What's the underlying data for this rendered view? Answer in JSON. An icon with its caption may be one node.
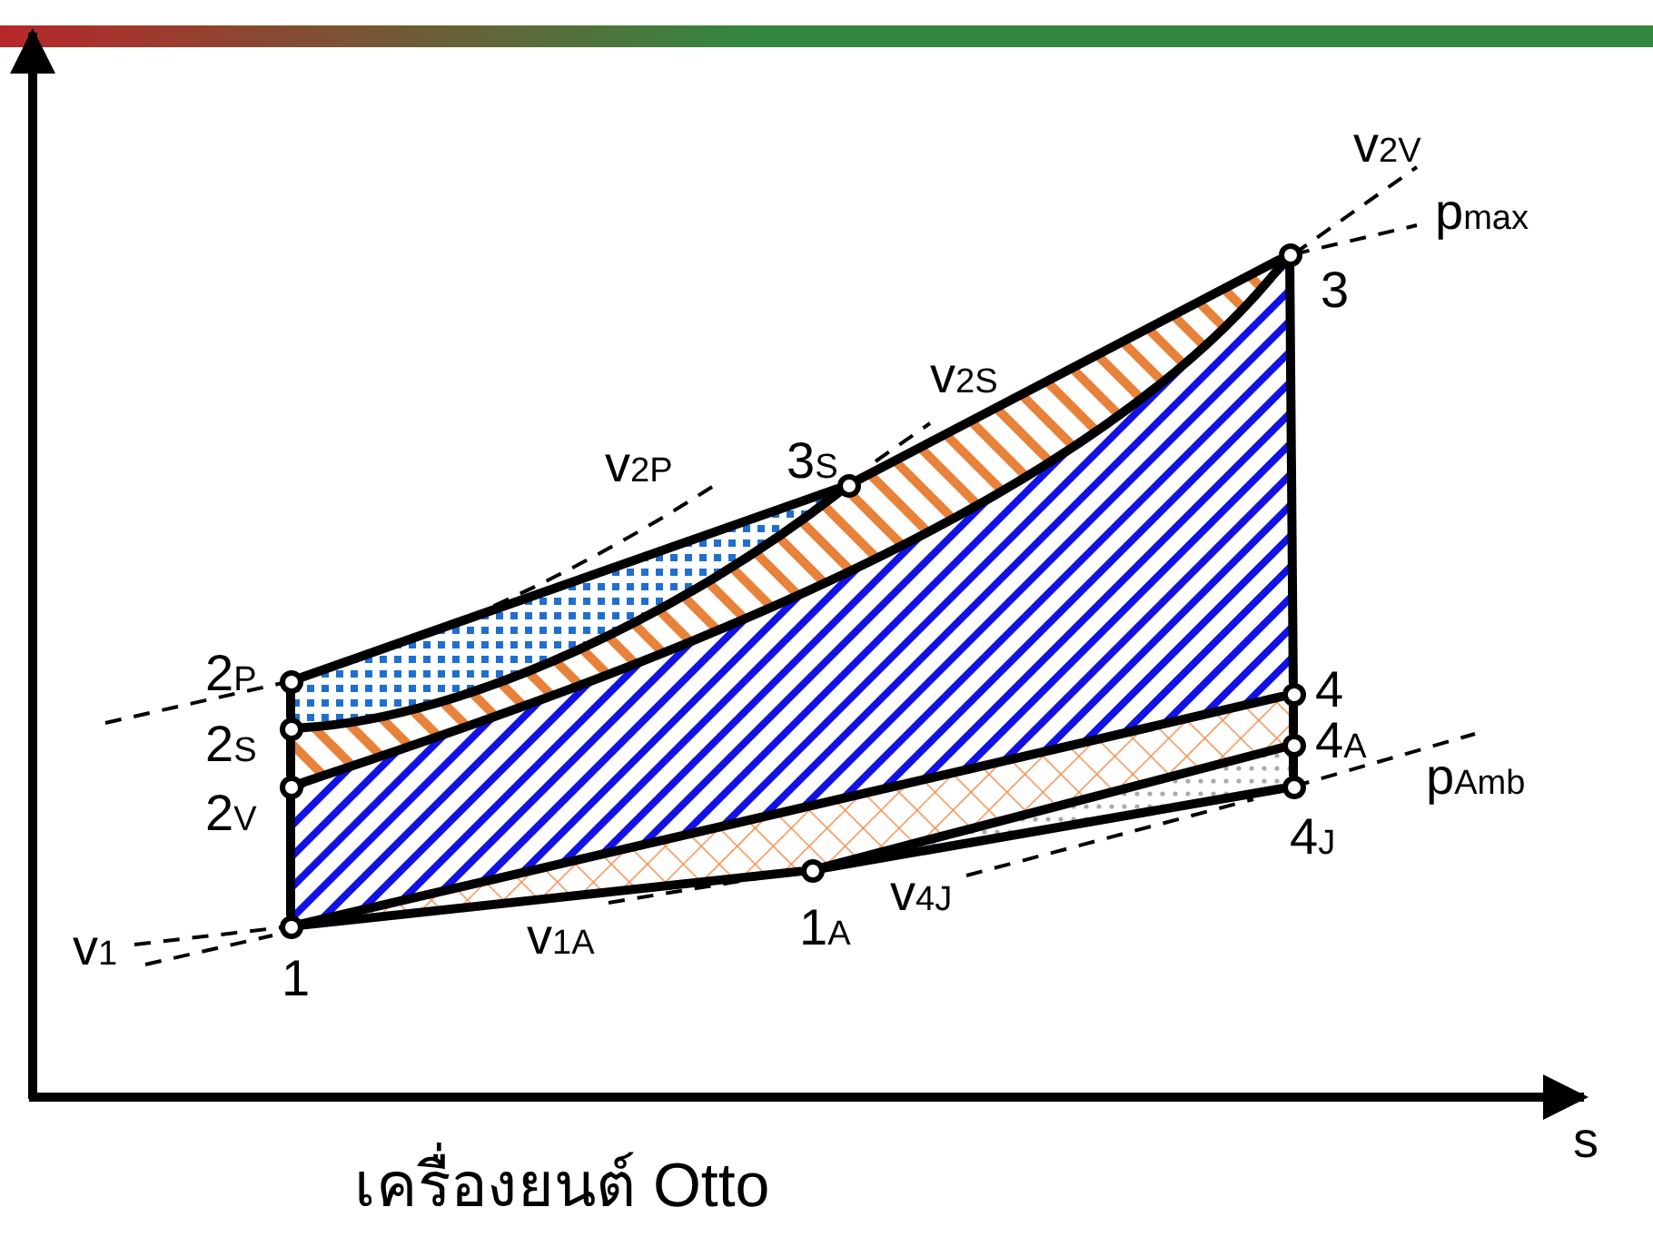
{
  "diagram": {
    "caption": "เครื่องยนต์ Otto",
    "nodes": [
      {
        "text": [],
        "shape": "circle",
        "beside": [
          "2$_{P}$"
        ]
      },
      {
        "text": [],
        "shape": "circle",
        "beside": [
          "2$_{S}$"
        ]
      },
      {
        "text": [],
        "shape": "circle",
        "beside": [
          "2$_{V}$"
        ]
      },
      {
        "text": [],
        "shape": "circle",
        "beside": [
          "1"
        ]
      },
      {
        "text": [],
        "shape": "circle",
        "beside": [
          "3$_{S}$"
        ]
      },
      {
        "text": [],
        "shape": "circle",
        "beside": [
          "1$_{A}$"
        ]
      },
      {
        "text": [],
        "shape": "circle",
        "beside": [
          "3"
        ]
      },
      {
        "text": [],
        "shape": "circle",
        "beside": [
          "4"
        ]
      },
      {
        "text": [],
        "shape": "circle",
        "beside": [
          "4$_{A}$"
        ]
      },
      {
        "text": [],
        "shape": "circle",
        "beside": [
          "4$_{J}$"
        ]
      }
    ],
    "edges": [
      {
        "from": 3,
        "to": 2,
        "arrow": "none"
      },
      {
        "from": 2,
        "to": 1,
        "arrow": "none"
      },
      {
        "from": 1,
        "to": 0,
        "arrow": "none"
      },
      {
        "from": 0,
        "to": 4,
        "arrow": "none"
      },
      {
        "from": 1,
        "to": 4,
        "arrow": "none"
      },
      {
        "from": 4,
        "to": 6,
        "arrow": "none"
      },
      {
        "from": 2,
        "to": 6,
        "arrow": "none"
      },
      {
        "from": 6,
        "to": 7,
        "arrow": "none"
      },
      {
        "from": 7,
        "to": 8,
        "arrow": "none"
      },
      {
        "from": 8,
        "to": 9,
        "arrow": "none"
      },
      {
        "from": 3,
        "to": 7,
        "arrow": "none"
      },
      {
        "from": 3,
        "to": 5,
        "arrow": "none"
      },
      {
        "from": 5,
        "to": 8,
        "arrow": "none"
      },
      {
        "from": 5,
        "to": 9,
        "arrow": "none"
      }
    ],
    "labels": [
      "v$_{2V}$",
      "p$_{max}$",
      "v$_{2S}$",
      "v$_{2P}$",
      "p$_{Amb}$",
      "v$_{4J}$",
      "v$_{1}$",
      "v$_{1A}$",
      "s"
    ]
  }
}
